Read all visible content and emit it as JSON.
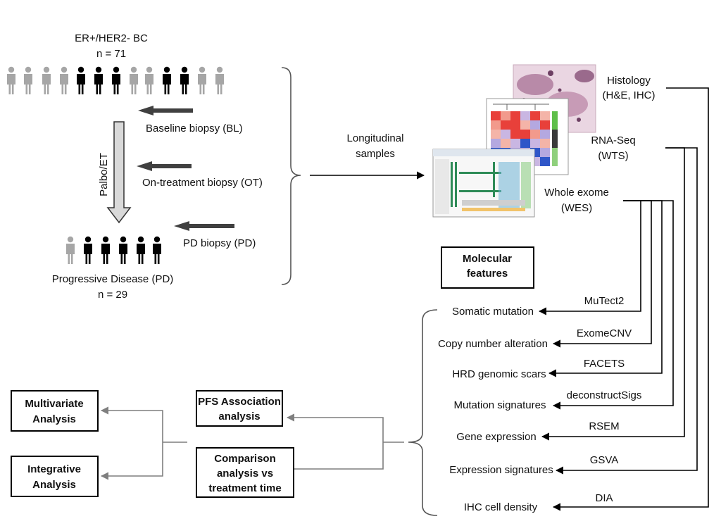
{
  "cohort": {
    "title": "ER+/HER2- BC",
    "n_start": "n = 71",
    "end_title": "Progressive Disease (PD)",
    "n_end": "n = 29"
  },
  "treatment_label": "Palbo/ET",
  "biopsies": [
    "Baseline biopsy (BL)",
    "On-treatment biopsy (OT)",
    "PD biopsy (PD)"
  ],
  "longitudinal": [
    "Longitudinal",
    "samples"
  ],
  "assays": {
    "histology": [
      "Histology",
      "(H&E, IHC)"
    ],
    "rnaseq": [
      "RNA-Seq",
      "(WTS)"
    ],
    "wes": [
      "Whole exome",
      "(WES)"
    ]
  },
  "molecular_features": [
    "Molecular",
    "features"
  ],
  "features": [
    {
      "name": "Somatic mutation",
      "tool": "MuTect2"
    },
    {
      "name": "Copy number alteration",
      "tool": "ExomeCNV"
    },
    {
      "name": "HRD genomic scars",
      "tool": "FACETS"
    },
    {
      "name": "Mutation signatures",
      "tool": "deconstructSigs"
    },
    {
      "name": "Gene expression",
      "tool": "RSEM"
    },
    {
      "name": "Expression signatures",
      "tool": "GSVA"
    },
    {
      "name": "IHC cell density",
      "tool": "DIA"
    }
  ],
  "analyses": {
    "pfs": [
      "PFS Association",
      "analysis"
    ],
    "comparison": [
      "Comparison",
      "analysis vs",
      "treatment time"
    ],
    "multivariate": [
      "Multivariate",
      "Analysis"
    ],
    "integrative": [
      "Integrative",
      "Analysis"
    ]
  },
  "colors": {
    "person_gray": "#a6a6a6",
    "person_black": "#000000",
    "arrow_dark": "#404040",
    "arrow_gray": "#7f7f7f",
    "down_arrow_fill": "#d9d9d9",
    "heatmap_red": "#e8403a",
    "heatmap_blue": "#2f56c8"
  }
}
